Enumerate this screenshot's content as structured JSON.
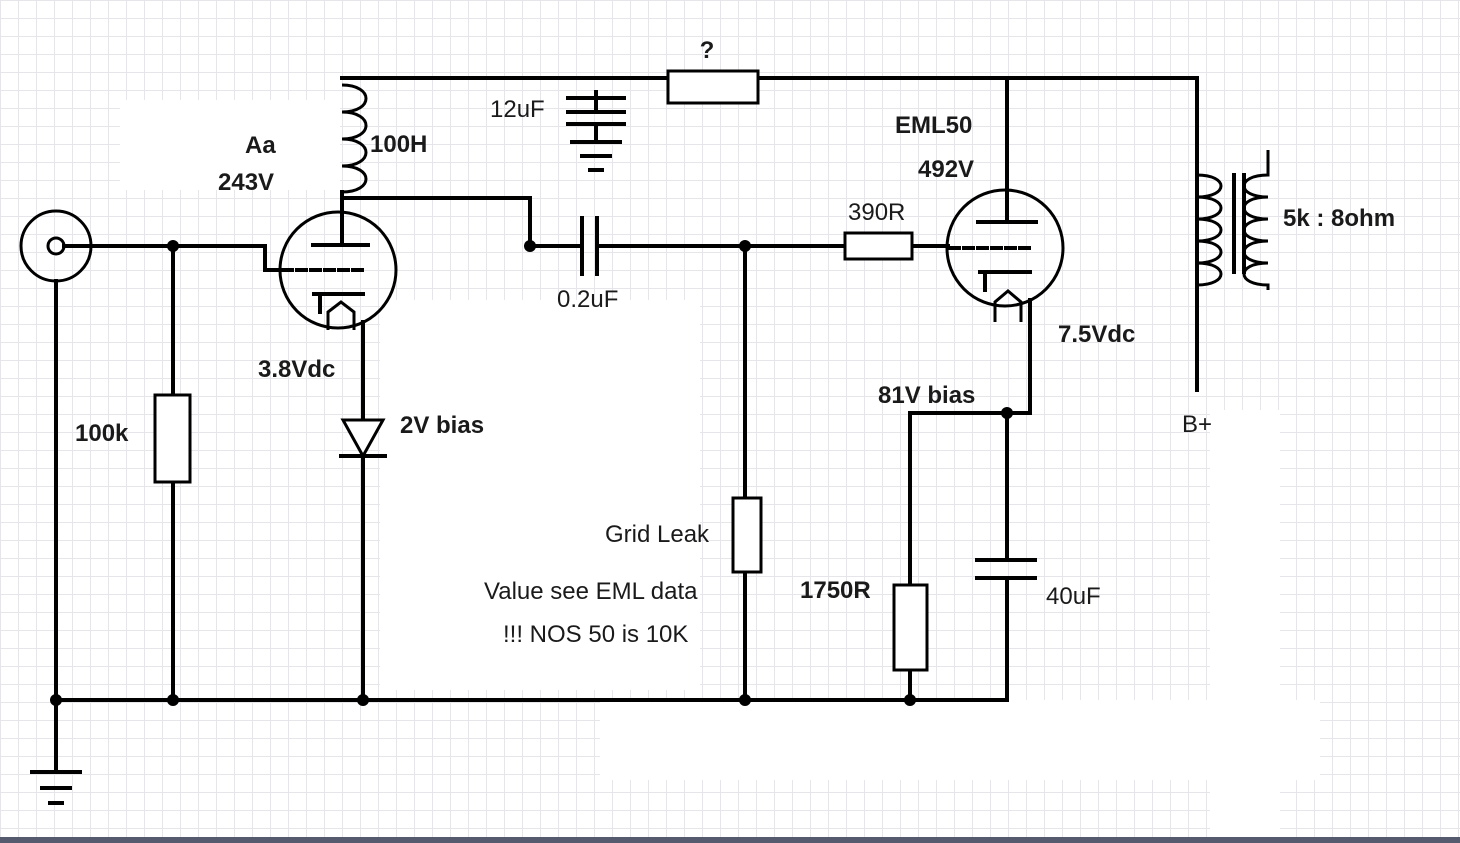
{
  "labels": {
    "unknown_resistor": "?",
    "cap_12uf": "12uF",
    "choke_100h": "100H",
    "tube1_name": "Aa",
    "tube1_voltage": "243V",
    "tube2_name": "EML50",
    "tube2_voltage": "492V",
    "grid_stopper": "390R",
    "transformer": "5k : 8ohm",
    "coupling_cap": "0.2uF",
    "heater_voltage": "7.5Vdc",
    "tube1_cathode": "3.8Vdc",
    "diode_bias": "2V bias",
    "tube2_bias": "81V bias",
    "supply": "B+",
    "input_resistor": "100k",
    "grid_leak": "Grid Leak",
    "grid_leak_note1": "Value see EML data",
    "grid_leak_note2": "!!! NOS 50 is 10K",
    "cathode_resistor": "1750R",
    "cathode_cap": "40uF"
  },
  "colors": {
    "grid": "#e6e6ea",
    "ink": "#000000",
    "background": "#ffffff",
    "bottom_strip": "#565a6e"
  }
}
